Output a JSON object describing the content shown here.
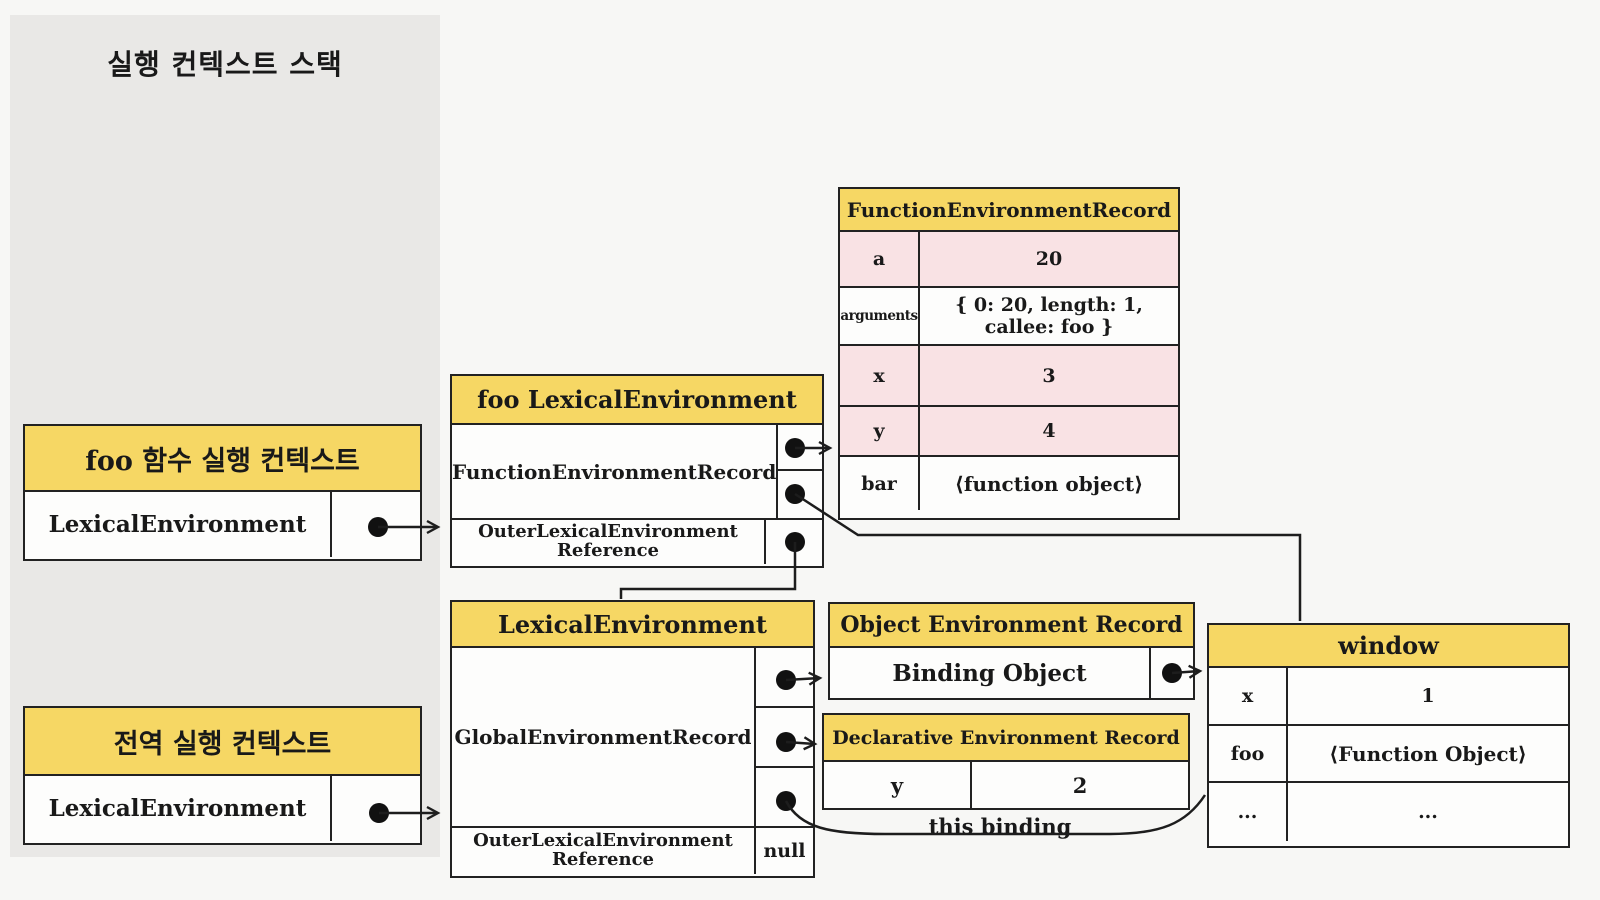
{
  "colors": {
    "header_yellow": "#f6d764",
    "row_pink": "#f9e2e4",
    "panel_gray": "#e9e8e6",
    "background": "#f7f7f5",
    "border": "#222222",
    "connector": "#1d1d1d"
  },
  "stack_panel": {
    "title": "실행 컨텍스트 스택"
  },
  "foo_exec_context": {
    "title": "foo 함수 실행 컨텍스트",
    "row_label": "LexicalEnvironment"
  },
  "global_exec_context": {
    "title": "전역 실행 컨텍스트",
    "row_label": "LexicalEnvironment"
  },
  "foo_lexical_environment": {
    "title": "foo LexicalEnvironment",
    "record_label": "FunctionEnvironmentRecord",
    "outer_reference_label": "OuterLexicalEnvironment Reference"
  },
  "function_environment_record": {
    "title": "FunctionEnvironmentRecord",
    "rows": [
      {
        "key": "a",
        "value": "20"
      },
      {
        "key": "arguments",
        "value": "{ 0: 20, length: 1, callee: foo }"
      },
      {
        "key": "x",
        "value": "3"
      },
      {
        "key": "y",
        "value": "4"
      },
      {
        "key": "bar",
        "value": "⟨function object⟩"
      }
    ]
  },
  "global_lexical_environment": {
    "title": "LexicalEnvironment",
    "record_label": "GlobalEnvironmentRecord",
    "outer_reference_label": "OuterLexicalEnvironment Reference",
    "outer_reference_value": "null"
  },
  "object_environment_record": {
    "title": "Object Environment Record",
    "row_label": "Binding Object"
  },
  "declarative_environment_record": {
    "title": "Declarative Environment Record",
    "rows": [
      {
        "key": "y",
        "value": "2"
      }
    ]
  },
  "window_object": {
    "title": "window",
    "rows": [
      {
        "key": "x",
        "value": "1"
      },
      {
        "key": "foo",
        "value": "⟨Function Object⟩"
      },
      {
        "key": "...",
        "value": "..."
      }
    ]
  },
  "annotations": {
    "this_binding": "this binding"
  }
}
